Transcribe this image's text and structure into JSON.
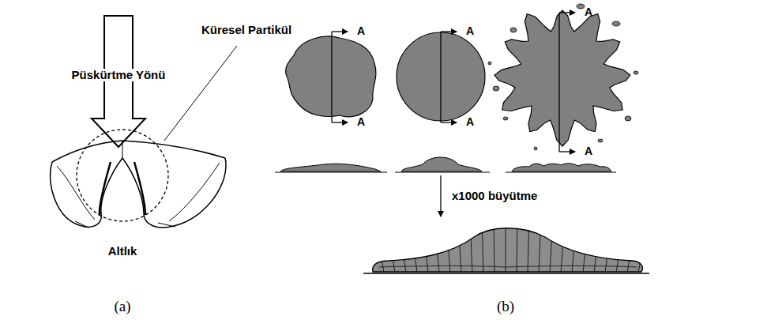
{
  "diagram": {
    "labels": [
      "Püskürtme Yönü",
      "Küresel Partikül",
      "Altlık",
      "(a)",
      "A",
      "A",
      "A",
      "A",
      "A",
      "A",
      "x1000 büyütme",
      "(b)"
    ]
  }
}
